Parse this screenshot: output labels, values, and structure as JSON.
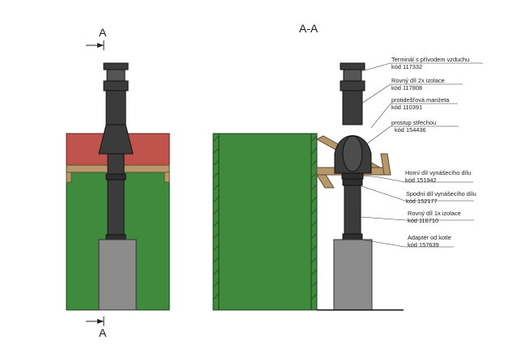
{
  "section_marks": {
    "top_letter": "A",
    "bottom_letter": "A"
  },
  "section_title": "A-A",
  "labels": [
    {
      "line1": "Terminál s přívodem vzduchu",
      "line2": "kód 117332"
    },
    {
      "line1": "Rovný díl 2x izolace",
      "line2": "kód 117808"
    },
    {
      "line1": "protidešťová manžeta",
      "line2": "kód 110391"
    },
    {
      "line1": "prostup střechou",
      "line2": "kód 154436"
    },
    {
      "line1": "Horní díl vynášecího dílu",
      "line2": "kód 151942"
    },
    {
      "line1": "Spodní díl vynášecího dílu",
      "line2": "kód 152177"
    },
    {
      "line1": "Rovný díl 1x izolace",
      "line2": "kód 116710"
    },
    {
      "line1": "Adaptér od kotle",
      "line2": "kód 157639"
    }
  ],
  "colors": {
    "wall_green": "#3f8a3c",
    "roof_red": "#c0544c",
    "beam_tan": "#b8986a",
    "pipe_dark": "#3b3b3b",
    "boiler_gray": "#8c8c8c"
  }
}
